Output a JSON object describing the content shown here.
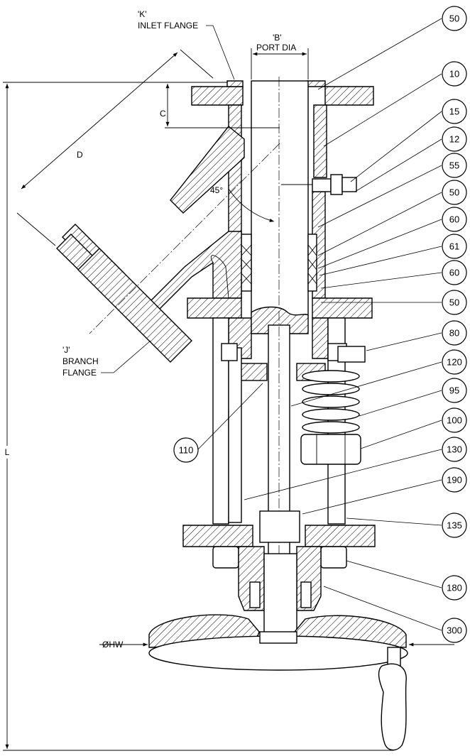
{
  "labels": {
    "inlet_flange_tag": "'K'",
    "inlet_flange_name": "INLET FLANGE",
    "port_dia_tag": "'B'",
    "port_dia_name": "PORT DIA",
    "dim_c": "C",
    "dim_d": "D",
    "angle": "45°",
    "branch_flange_tag": "'J'",
    "branch_flange_line1": "BRANCH",
    "branch_flange_line2": "FLANGE",
    "dim_l": "L",
    "dim_hw": "ØHW"
  },
  "callouts": [
    "50",
    "10",
    "15",
    "12",
    "55",
    "50",
    "60",
    "61",
    "60",
    "50",
    "80",
    "120",
    "95",
    "100",
    "130",
    "190",
    "135",
    "180",
    "300"
  ],
  "left_callouts": [
    "110"
  ],
  "icons": {
    "bubble": "balloon-callout",
    "arrow": "dimension-arrow"
  }
}
